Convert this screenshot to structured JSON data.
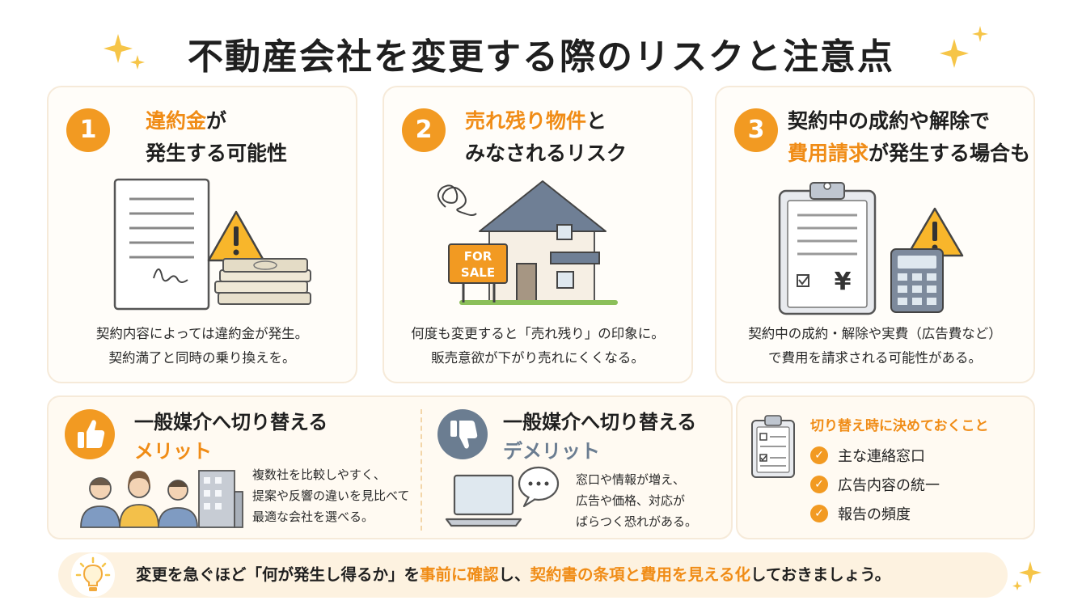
{
  "title": "不動産会社を変更する際のリスクと注意点",
  "cards": [
    {
      "number": "1",
      "heading_hl": "違約金",
      "heading_rest1": "が",
      "heading_line2": "発生する可能性",
      "desc_line1": "契約内容によっては違約金が発生。",
      "desc_line2": "契約満了と同時の乗り換えを。"
    },
    {
      "number": "2",
      "heading_hl": "売れ残り物件",
      "heading_rest1": "と",
      "heading_line2": "みなされるリスク",
      "sign_line1": "FOR",
      "sign_line2": "SALE",
      "desc_line1": "何度も変更すると「売れ残り」の印象に。",
      "desc_line2": "販売意欲が下がり売れにくくなる。"
    },
    {
      "number": "3",
      "heading_line1": "契約中の成約や解除で",
      "heading_hl": "費用請求",
      "heading_rest2": "が発生する場合も",
      "yen": "¥",
      "desc_line1": "契約中の成約・解除や実費（広告費など）",
      "desc_line2": "で費用を請求される可能性がある。"
    }
  ],
  "merit": {
    "heading_line1": "一般媒介へ切り替える",
    "heading_line2": "メリット",
    "text_line1": "複数社を比較しやすく、",
    "text_line2": "提案や反響の違いを見比べて",
    "text_line3": "最適な会社を選べる。"
  },
  "demerit": {
    "heading_line1": "一般媒介へ切り替える",
    "heading_line2": "デメリット",
    "text_line1": "窓口や情報が増え、",
    "text_line2": "広告や価格、対応が",
    "text_line3": "ばらつく恐れがある。"
  },
  "checklist": {
    "title": "切り替え時に決めておくこと",
    "items": [
      "主な連絡窓口",
      "広告内容の統一",
      "報告の頻度"
    ],
    "check_glyph": "✓"
  },
  "tip": {
    "part1": "変更を急ぐほど「何が発生し得るか」を",
    "part2_hl": "事前に確認",
    "part3": "し、",
    "part4_hl": "契約書の条項と費用を見える化",
    "part5": "しておきましょう。"
  },
  "colors": {
    "accent_orange": "#f29a22",
    "accent_text_orange": "#f08c16",
    "demerit_gray": "#6b7d91"
  }
}
